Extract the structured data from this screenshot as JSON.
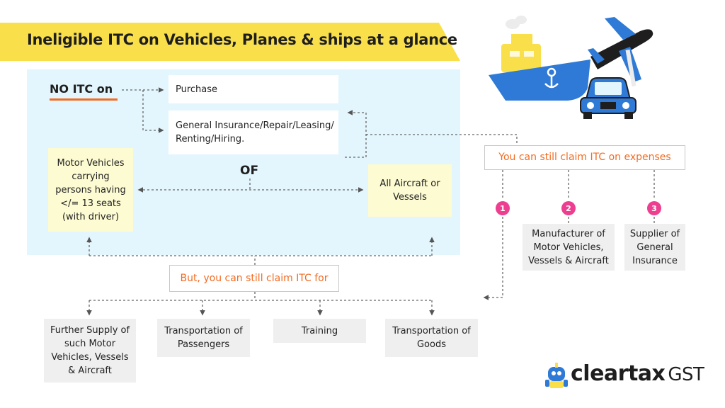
{
  "title": "Ineligible ITC on Vehicles, Planes & ships at a glance",
  "no_itc_label": "NO ITC on",
  "no_itc_items": [
    "Purchase",
    "General Insurance/Repair/Leasing/ Renting/Hiring."
  ],
  "motor_vehicles": "Motor Vehicles carrying persons having </= 13 seats (with driver)",
  "of_label": "OF",
  "aircraft_vessels": "All Aircraft or Vessels",
  "but_claim": "But, you can still claim ITC for",
  "claim_for": [
    "Further Supply of such Motor Vehicles, Vessels & Aircraft",
    "Transportation of Passengers",
    "Training",
    "Transportation of Goods"
  ],
  "expenses_label": "You can still claim ITC on expenses",
  "expense_items": [
    {
      "num": "1",
      "label": ""
    },
    {
      "num": "2",
      "label": "Manufacturer of Motor Vehicles, Vessels & Aircraft"
    },
    {
      "num": "3",
      "label": "Supplier of General Insurance"
    }
  ],
  "brand": {
    "name": "cleartax",
    "suffix": "GST"
  },
  "colors": {
    "banner": "#f9e04b",
    "panel": "#e3f6fd",
    "yellow_box": "#fdfbd2",
    "grey_box": "#efefef",
    "accent_orange": "#f26b21",
    "badge_pink": "#ee3e8f",
    "illustration_blue": "#2e7ad6"
  },
  "icons": [
    "ship-icon",
    "airplane-icon",
    "car-icon",
    "cleartax-mascot-icon"
  ]
}
